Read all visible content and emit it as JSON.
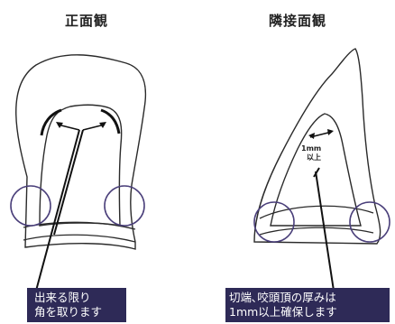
{
  "views": {
    "front": {
      "title": "正面観",
      "caption": [
        "出来る限り",
        "角を取ります"
      ]
    },
    "proximal": {
      "title": "隣接面観",
      "caption": [
        "切端､咬頭頂の厚みは",
        "1mm以上確保します"
      ],
      "measurement_label": [
        "1mm",
        "以上"
      ]
    }
  },
  "colors": {
    "outline": "#2a2a2a",
    "accent_circle": "#4a3f7a",
    "caption_background": "#2e2a57",
    "caption_text": "#ffffff"
  }
}
